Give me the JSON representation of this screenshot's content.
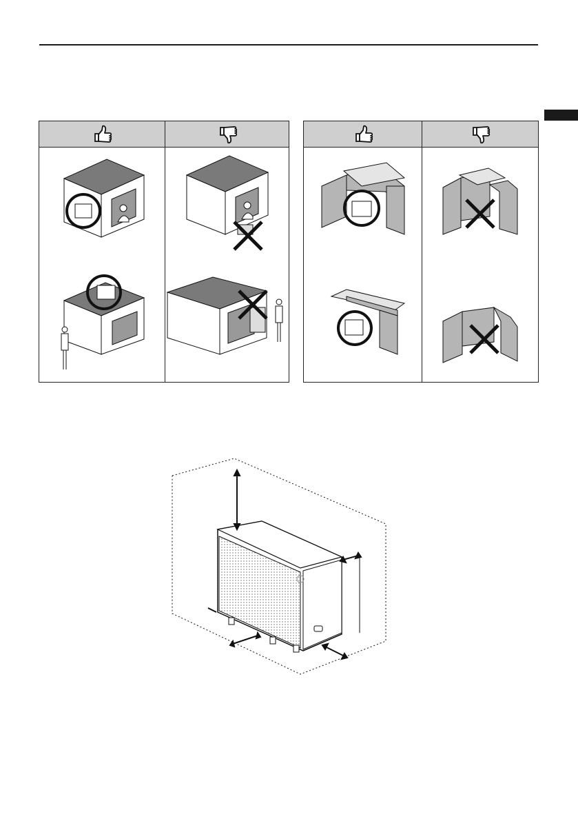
{
  "header": {
    "rule": "page-header-rule",
    "section_tab_color": "#1a1a1a"
  },
  "panels": [
    {
      "name": "building-placement-panel",
      "columns": [
        {
          "icon": "thumbs-up-icon",
          "meaning": "recommended"
        },
        {
          "icon": "thumbs-down-icon",
          "meaning": "not-recommended"
        }
      ]
    },
    {
      "name": "wall-placement-panel",
      "columns": [
        {
          "icon": "thumbs-up-icon",
          "meaning": "recommended"
        },
        {
          "icon": "thumbs-down-icon",
          "meaning": "not-recommended"
        }
      ]
    }
  ],
  "colors": {
    "header_fill": "#cfcfcf",
    "roof": "#7a7a7a",
    "wall": "#b5b5b5",
    "line": "#1a1a1a"
  }
}
